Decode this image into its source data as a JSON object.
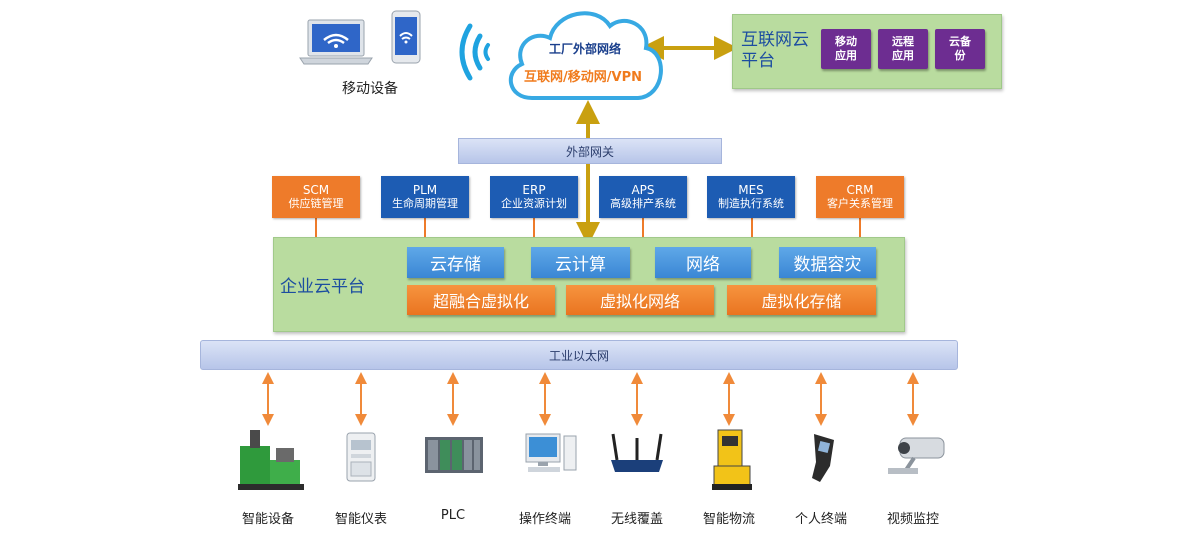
{
  "cloud": {
    "line1": "工厂外部网络",
    "line2": "互联网/移动网/VPN"
  },
  "internet_platform": {
    "title": "互联网云平台",
    "apps": [
      "移动\n应用",
      "远程\n应用",
      "云备\n份"
    ]
  },
  "mobile_devices_label": "移动设备",
  "external_gateway": "外部网关",
  "systems": [
    {
      "code": "SCM",
      "name": "供应链管理",
      "color": "orange"
    },
    {
      "code": "PLM",
      "name": "生命周期管理",
      "color": "blue"
    },
    {
      "code": "ERP",
      "name": "企业资源计划",
      "color": "blue"
    },
    {
      "code": "APS",
      "name": "高级排产系统",
      "color": "blue"
    },
    {
      "code": "MES",
      "name": "制造执行系统",
      "color": "blue"
    },
    {
      "code": "CRM",
      "name": "客户关系管理",
      "color": "orange"
    }
  ],
  "enterprise_cloud": {
    "title": "企业云平台",
    "services": [
      "云存储",
      "云计算",
      "网络",
      "数据容灾"
    ],
    "virtualization": [
      "超融合虚拟化",
      "虚拟化网络",
      "虚拟化存储"
    ]
  },
  "industrial_ethernet": "工业以太网",
  "field_devices": [
    {
      "label": "智能设备",
      "icon": "kneader-machine-icon"
    },
    {
      "label": "智能仪表",
      "icon": "smart-meter-icon"
    },
    {
      "label": "PLC",
      "icon": "plc-rack-icon"
    },
    {
      "label": "操作终端",
      "icon": "computer-terminal-icon"
    },
    {
      "label": "无线覆盖",
      "icon": "wireless-router-icon"
    },
    {
      "label": "智能物流",
      "icon": "agv-forklift-icon"
    },
    {
      "label": "个人终端",
      "icon": "handheld-scanner-icon"
    },
    {
      "label": "视频监控",
      "icon": "cctv-camera-icon"
    }
  ],
  "colors": {
    "green_panel": "#b9dc9f",
    "orange": "#ee7b2a",
    "blue": "#1d5cb3",
    "purple": "#6d2d91",
    "gold_arrow": "#c9a010",
    "orange_arrow": "#f08a3a",
    "cloud_outline": "#37a9e3"
  }
}
